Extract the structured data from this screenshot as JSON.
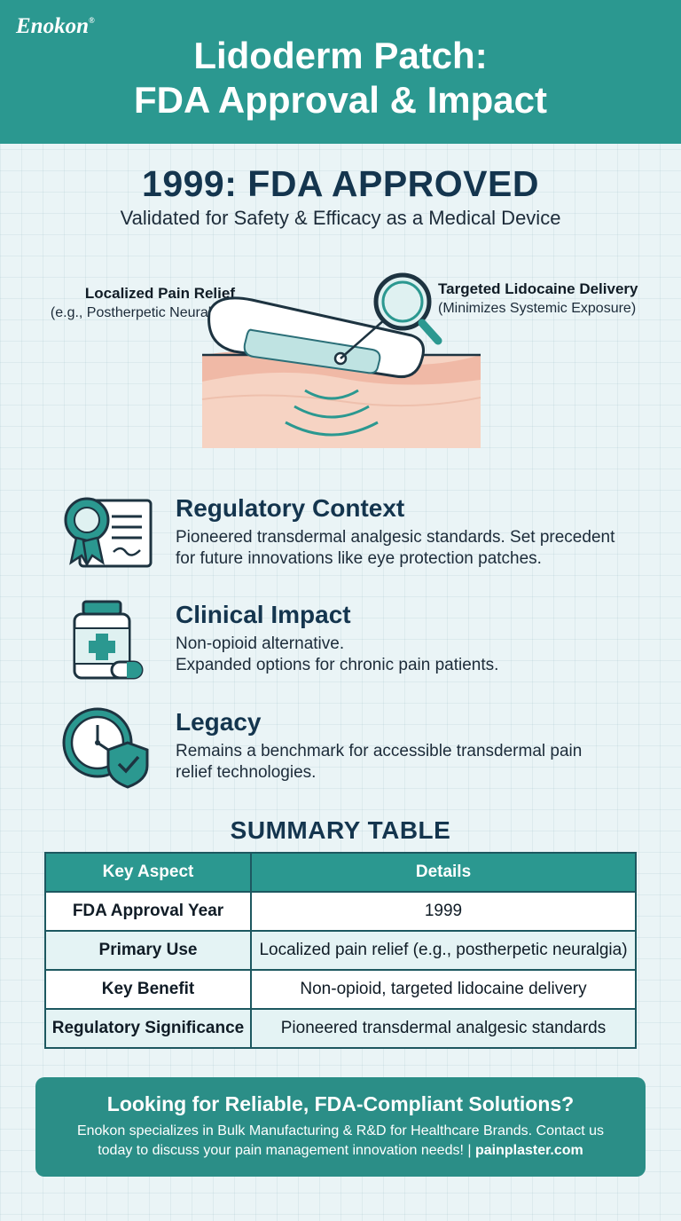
{
  "brand": {
    "name": "Enokon",
    "mark": "®"
  },
  "header": {
    "title_line1": "Lidoderm Patch:",
    "title_line2": "FDA Approval & Impact"
  },
  "fda": {
    "title": "1999: FDA APPROVED",
    "subtitle": "Validated for Safety & Efficacy as a Medical Device"
  },
  "callouts": {
    "left": {
      "title": "Localized Pain Relief",
      "sub": "(e.g., Postherpetic Neuralgia)"
    },
    "right": {
      "title": "Targeted Lidocaine Delivery",
      "sub": "(Minimizes Systemic Exposure)"
    }
  },
  "features": [
    {
      "icon": "certificate-icon",
      "title": "Regulatory Context",
      "line1": "Pioneered transdermal analgesic standards. Set precedent",
      "line2": "for future innovations like eye protection patches."
    },
    {
      "icon": "medicine-bottle-icon",
      "title": "Clinical Impact",
      "line1": "Non-opioid alternative.",
      "line2": "Expanded options for chronic pain patients."
    },
    {
      "icon": "clock-shield-icon",
      "title": "Legacy",
      "line1": "Remains a benchmark for accessible transdermal pain",
      "line2": "relief technologies."
    }
  ],
  "summary": {
    "title": "SUMMARY TABLE",
    "headers": [
      "Key Aspect",
      "Details"
    ],
    "rows": [
      [
        "FDA Approval Year",
        "1999"
      ],
      [
        "Primary Use",
        "Localized pain relief (e.g., postherpetic neuralgia)"
      ],
      [
        "Key Benefit",
        "Non-opioid, targeted lidocaine delivery"
      ],
      [
        "Regulatory Significance",
        "Pioneered transdermal analgesic standards"
      ]
    ]
  },
  "cta": {
    "title": "Looking for Reliable, FDA-Compliant Solutions?",
    "line1": "Enokon specializes in Bulk Manufacturing & R&D for Healthcare Brands. Contact us",
    "line2": "today to discuss your pain management innovation needs! | ",
    "link": "painplaster.com"
  },
  "colors": {
    "teal": "#2b9890",
    "navy": "#14354e",
    "background": "#eaf4f6"
  }
}
